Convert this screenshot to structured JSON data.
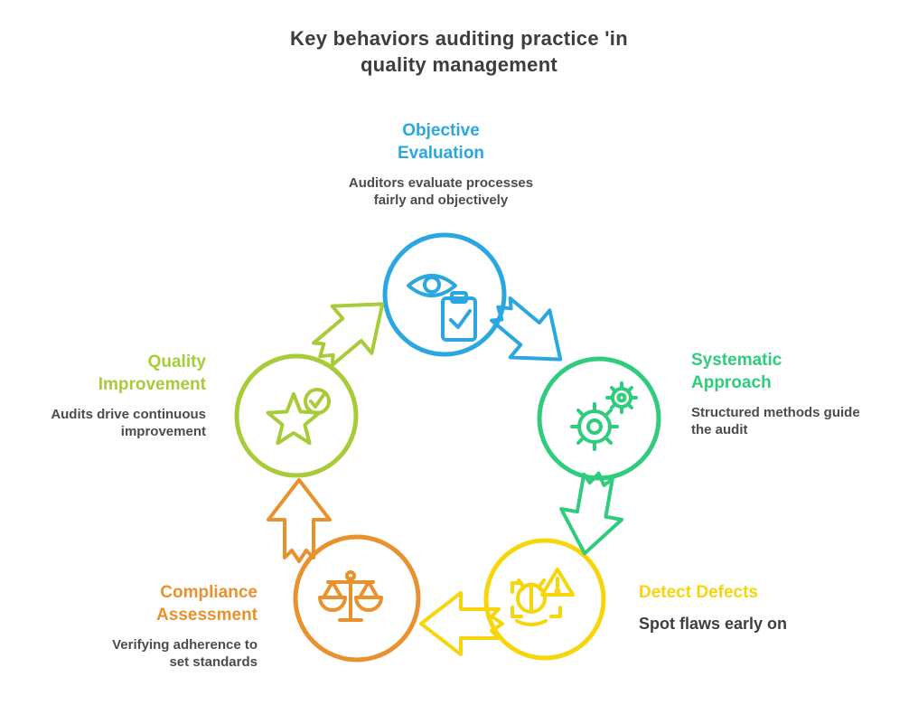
{
  "title": {
    "line1": "Key behaviors auditing practice 'in",
    "line2": "quality management"
  },
  "nodes": {
    "objective": {
      "label_line1": "Objective",
      "label_line2": "Evaluation",
      "desc_line1": "Auditors evaluate processes",
      "desc_line2": "fairly and objectively",
      "color": "#2aa7e0",
      "icon": "eye-clipboard-check-icon"
    },
    "systematic": {
      "label_line1": "Systematic",
      "label_line2": "Approach",
      "desc_line1": "Structured methods guide",
      "desc_line2": "the audit",
      "color": "#30cc7e",
      "icon": "gears-icon"
    },
    "detect": {
      "label": "Detect Defects",
      "desc": "Spot flaws early on",
      "color": "#f6d60a",
      "icon": "bug-warning-icon"
    },
    "compliance": {
      "label_line1": "Compliance",
      "label_line2": "Assessment",
      "desc_line1": "Verifying adherence to",
      "desc_line2": "set standards",
      "color": "#e8912d",
      "icon": "balance-scale-icon"
    },
    "quality": {
      "label_line1": "Quality",
      "label_line2": "Improvement",
      "desc_line1": "Audits drive continuous",
      "desc_line2": "improvement",
      "color": "#a8cc39",
      "icon": "star-check-icon"
    }
  }
}
